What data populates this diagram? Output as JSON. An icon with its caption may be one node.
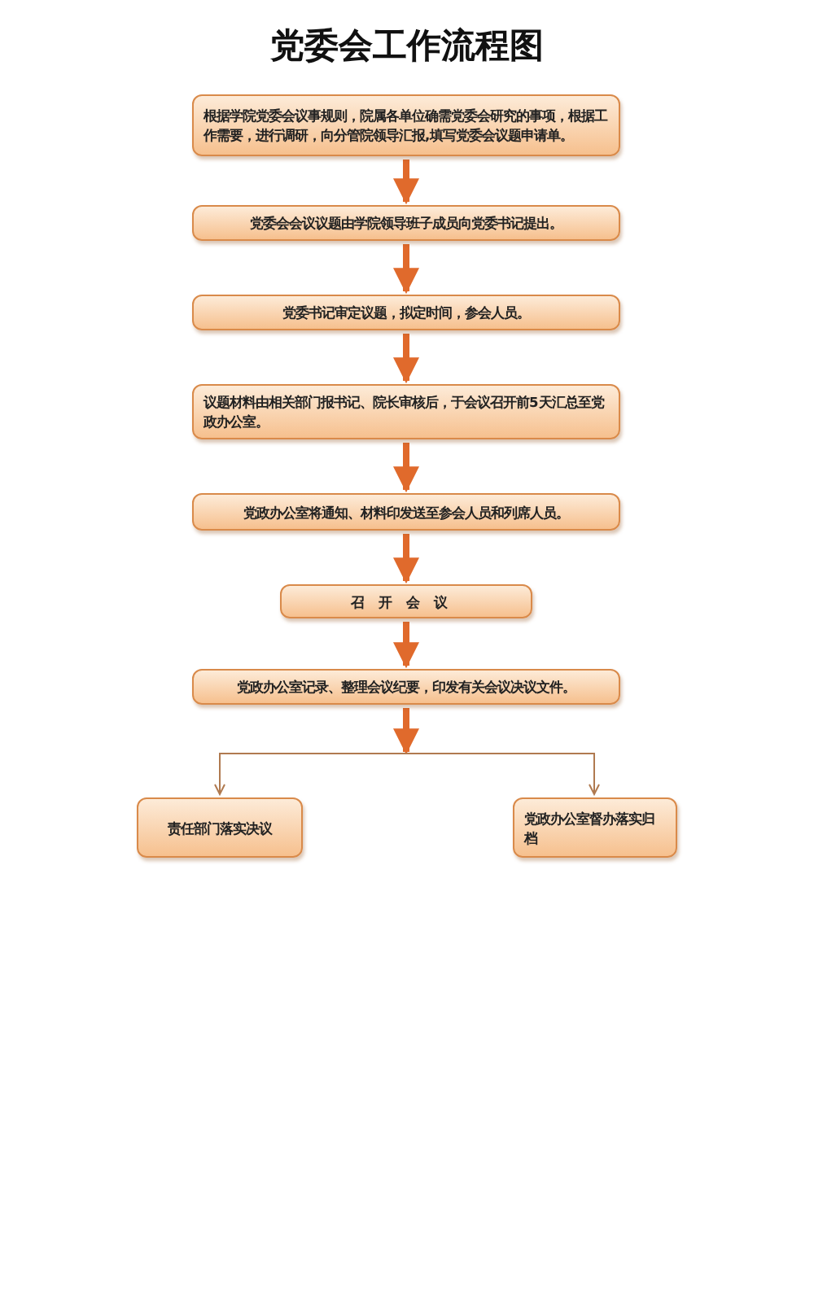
{
  "diagram": {
    "title": "党委会工作流程图",
    "nodes": [
      {
        "text": [
          "根据学院党委会议事规则，院属各单位确需党委会研究的事项，根据工作需要，进行调研，向分管院领导汇报,填写党委会议题申请单。"
        ]
      },
      {
        "text": [
          "党委会会议议题由学院领导班子成员向党委书记提出。"
        ]
      },
      {
        "text": [
          "党委书记审定议题，拟定时间，参会人员。"
        ]
      },
      {
        "text": [
          "议题材料由相关部门报书记、院长审核后，于会议召开前5天汇总至党政办公室。"
        ]
      },
      {
        "text": [
          "党政办公室将通知、材料印发送至参会人员和列席人员。"
        ]
      },
      {
        "text": [
          "召开会议"
        ]
      },
      {
        "text": [
          "党政办公室记录、整理会议纪要，印发有关会议决议文件。"
        ]
      },
      {
        "text": [
          "责任部门落实决议"
        ]
      },
      {
        "text": [
          "党政办公室督办落实归档"
        ]
      }
    ],
    "edges": [
      {
        "from": 0,
        "to": 1,
        "arrow": "to"
      },
      {
        "from": 1,
        "to": 2,
        "arrow": "to"
      },
      {
        "from": 2,
        "to": 3,
        "arrow": "to"
      },
      {
        "from": 3,
        "to": 4,
        "arrow": "to"
      },
      {
        "from": 4,
        "to": 5,
        "arrow": "to"
      },
      {
        "from": 5,
        "to": 6,
        "arrow": "to"
      },
      {
        "from": 6,
        "to": 7,
        "arrow": "to"
      },
      {
        "from": 6,
        "to": 8,
        "arrow": "to"
      }
    ]
  }
}
